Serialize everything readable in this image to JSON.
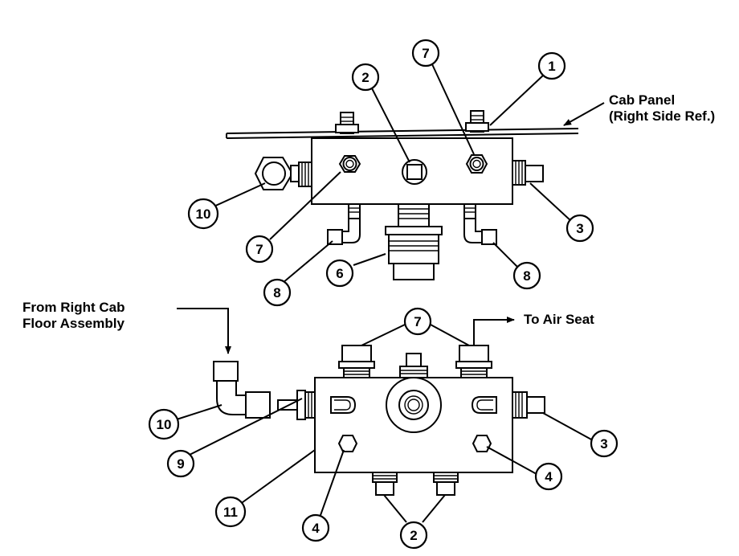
{
  "annotations": {
    "cab_panel_line1": "Cab Panel",
    "cab_panel_line2": "(Right Side Ref.)",
    "from_right_cab_line1": "From Right Cab",
    "from_right_cab_line2": "Floor Assembly",
    "to_air_seat": "To Air Seat"
  },
  "callouts": {
    "top_1": "1",
    "top_2": "2",
    "top_7a": "7",
    "top_7b": "7",
    "top_10": "10",
    "top_3": "3",
    "top_8a": "8",
    "top_6": "6",
    "top_8b": "8",
    "bot_7": "7",
    "bot_10": "10",
    "bot_9": "9",
    "bot_3": "3",
    "bot_4a": "4",
    "bot_11": "11",
    "bot_4b": "4",
    "bot_2": "2"
  }
}
